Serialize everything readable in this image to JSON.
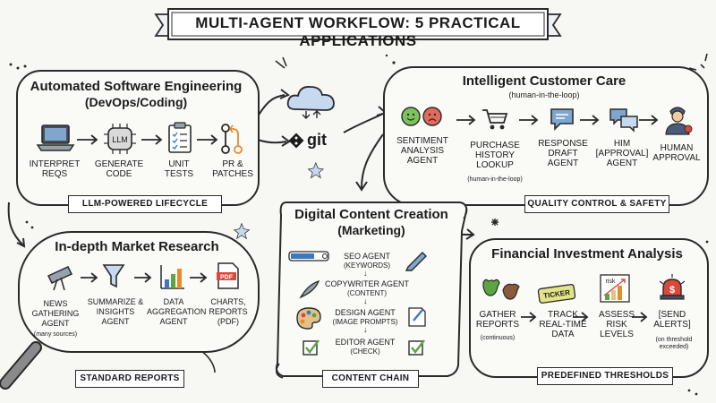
{
  "title": "MULTI-AGENT WORKFLOW: 5 PRACTICAL APPLICATIONS",
  "software": {
    "title_line1": "Automated Software Engineering",
    "title_line2": "(DevOps/Coding)",
    "steps": [
      "INTERPRET REQS",
      "GENERATE CODE",
      "UNIT TESTS",
      "PR & PATCHES"
    ],
    "llm_label": "LLM",
    "git_label": "git",
    "footer": "LLM-POWERED LIFECYCLE"
  },
  "customer": {
    "title": "Intelligent Customer Care",
    "subtitle": "(human-in-the-loop)",
    "steps": [
      "SENTIMENT ANALYSIS AGENT",
      "PURCHASE HISTORY LOOKUP",
      "RESPONSE DRAFT AGENT",
      "HIM [APPROVAL] AGENT",
      "HUMAN APPROVAL"
    ],
    "purchase_note": "(human-in-the-loop)",
    "footer": "QUALITY CONTROL & SAFETY"
  },
  "market": {
    "title": "In-depth Market Research",
    "steps": [
      "NEWS GATHERING AGENT",
      "SUMMARIZE & INSIGHTS AGENT",
      "DATA AGGREGATION AGENT",
      "CHARTS, REPORTS (PDF)"
    ],
    "news_note": "(many sources)",
    "pdf_label": "PDF",
    "footer": "STANDARD REPORTS"
  },
  "content": {
    "title_line1": "Digital Content Creation",
    "title_line2": "(Marketing)",
    "agents": [
      {
        "name": "SEO AGENT",
        "detail": "(KEYWORDS)"
      },
      {
        "name": "COPYWRITER AGENT",
        "detail": "(CONTENT)"
      },
      {
        "name": "DESIGN AGENT",
        "detail": "(IMAGE PROMPTS)"
      },
      {
        "name": "EDITOR AGENT",
        "detail": "(CHECK)"
      }
    ],
    "footer": "CONTENT CHAIN"
  },
  "finance": {
    "title": "Financial Investment Analysis",
    "steps": [
      "GATHER REPORTS",
      "TRACK REAL-TIME DATA",
      "ASSESS RISK LEVELS",
      "[SEND ALERTS]"
    ],
    "gather_note": "(continuous)",
    "alert_note": "(on threshold exceeded)",
    "ticker_label": "TICKER",
    "risk_label": "risk",
    "footer": "PREDEFINED THRESHOLDS"
  },
  "colors": {
    "outline": "#2a2a2a",
    "accent_blue": "#3c78c0",
    "accent_green": "#5aa640",
    "accent_red": "#d9483b",
    "accent_orange": "#e68a2e",
    "panel_bg": "#fafaf7",
    "page_bg": "#f7f7f4"
  }
}
